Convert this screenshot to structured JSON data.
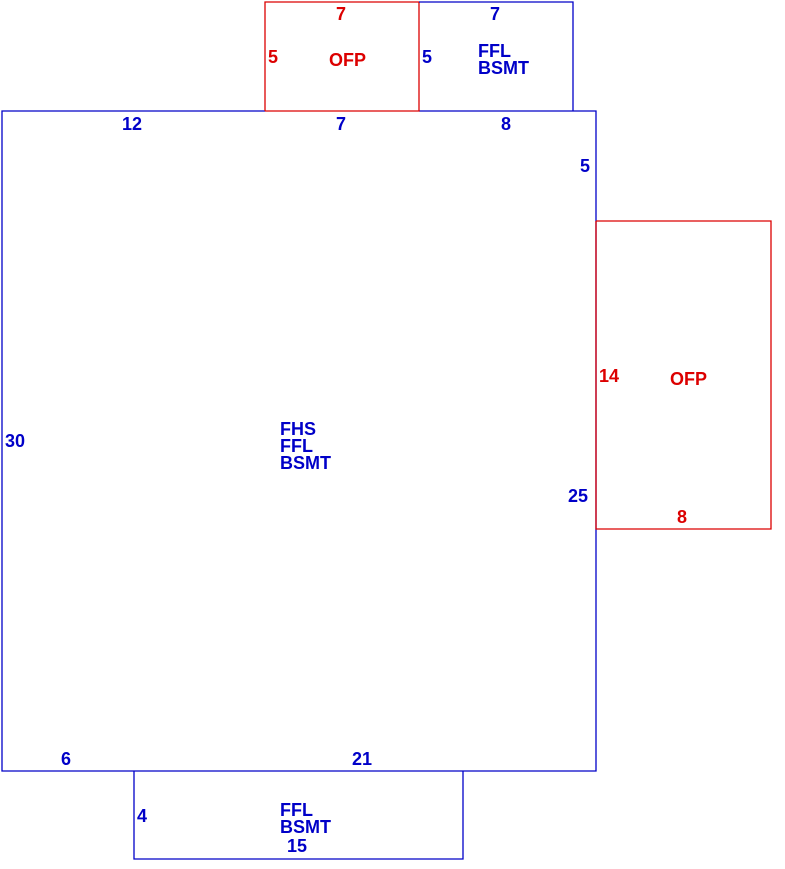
{
  "colors": {
    "living": "#0000c8",
    "porch": "#dc0000"
  },
  "main": {
    "labels": [
      "FHS",
      "FFL",
      "BSMT"
    ],
    "dims": {
      "top_left": "12",
      "top_mid": "7",
      "top_right": "8",
      "right_upper": "5",
      "left": "30",
      "right_lower": "25",
      "bottom_left": "6",
      "bottom_right": "21"
    }
  },
  "top_porch": {
    "label": "OFP",
    "dims": {
      "top": "7",
      "left": "5"
    }
  },
  "top_addition": {
    "labels": [
      "FFL",
      "BSMT"
    ],
    "dims": {
      "top": "7",
      "left": "5"
    }
  },
  "right_porch": {
    "label": "OFP",
    "dims": {
      "left": "14",
      "bottom": "8"
    }
  },
  "bottom_addition": {
    "labels": [
      "FFL",
      "BSMT"
    ],
    "dims": {
      "left": "4",
      "bottom": "15"
    }
  }
}
